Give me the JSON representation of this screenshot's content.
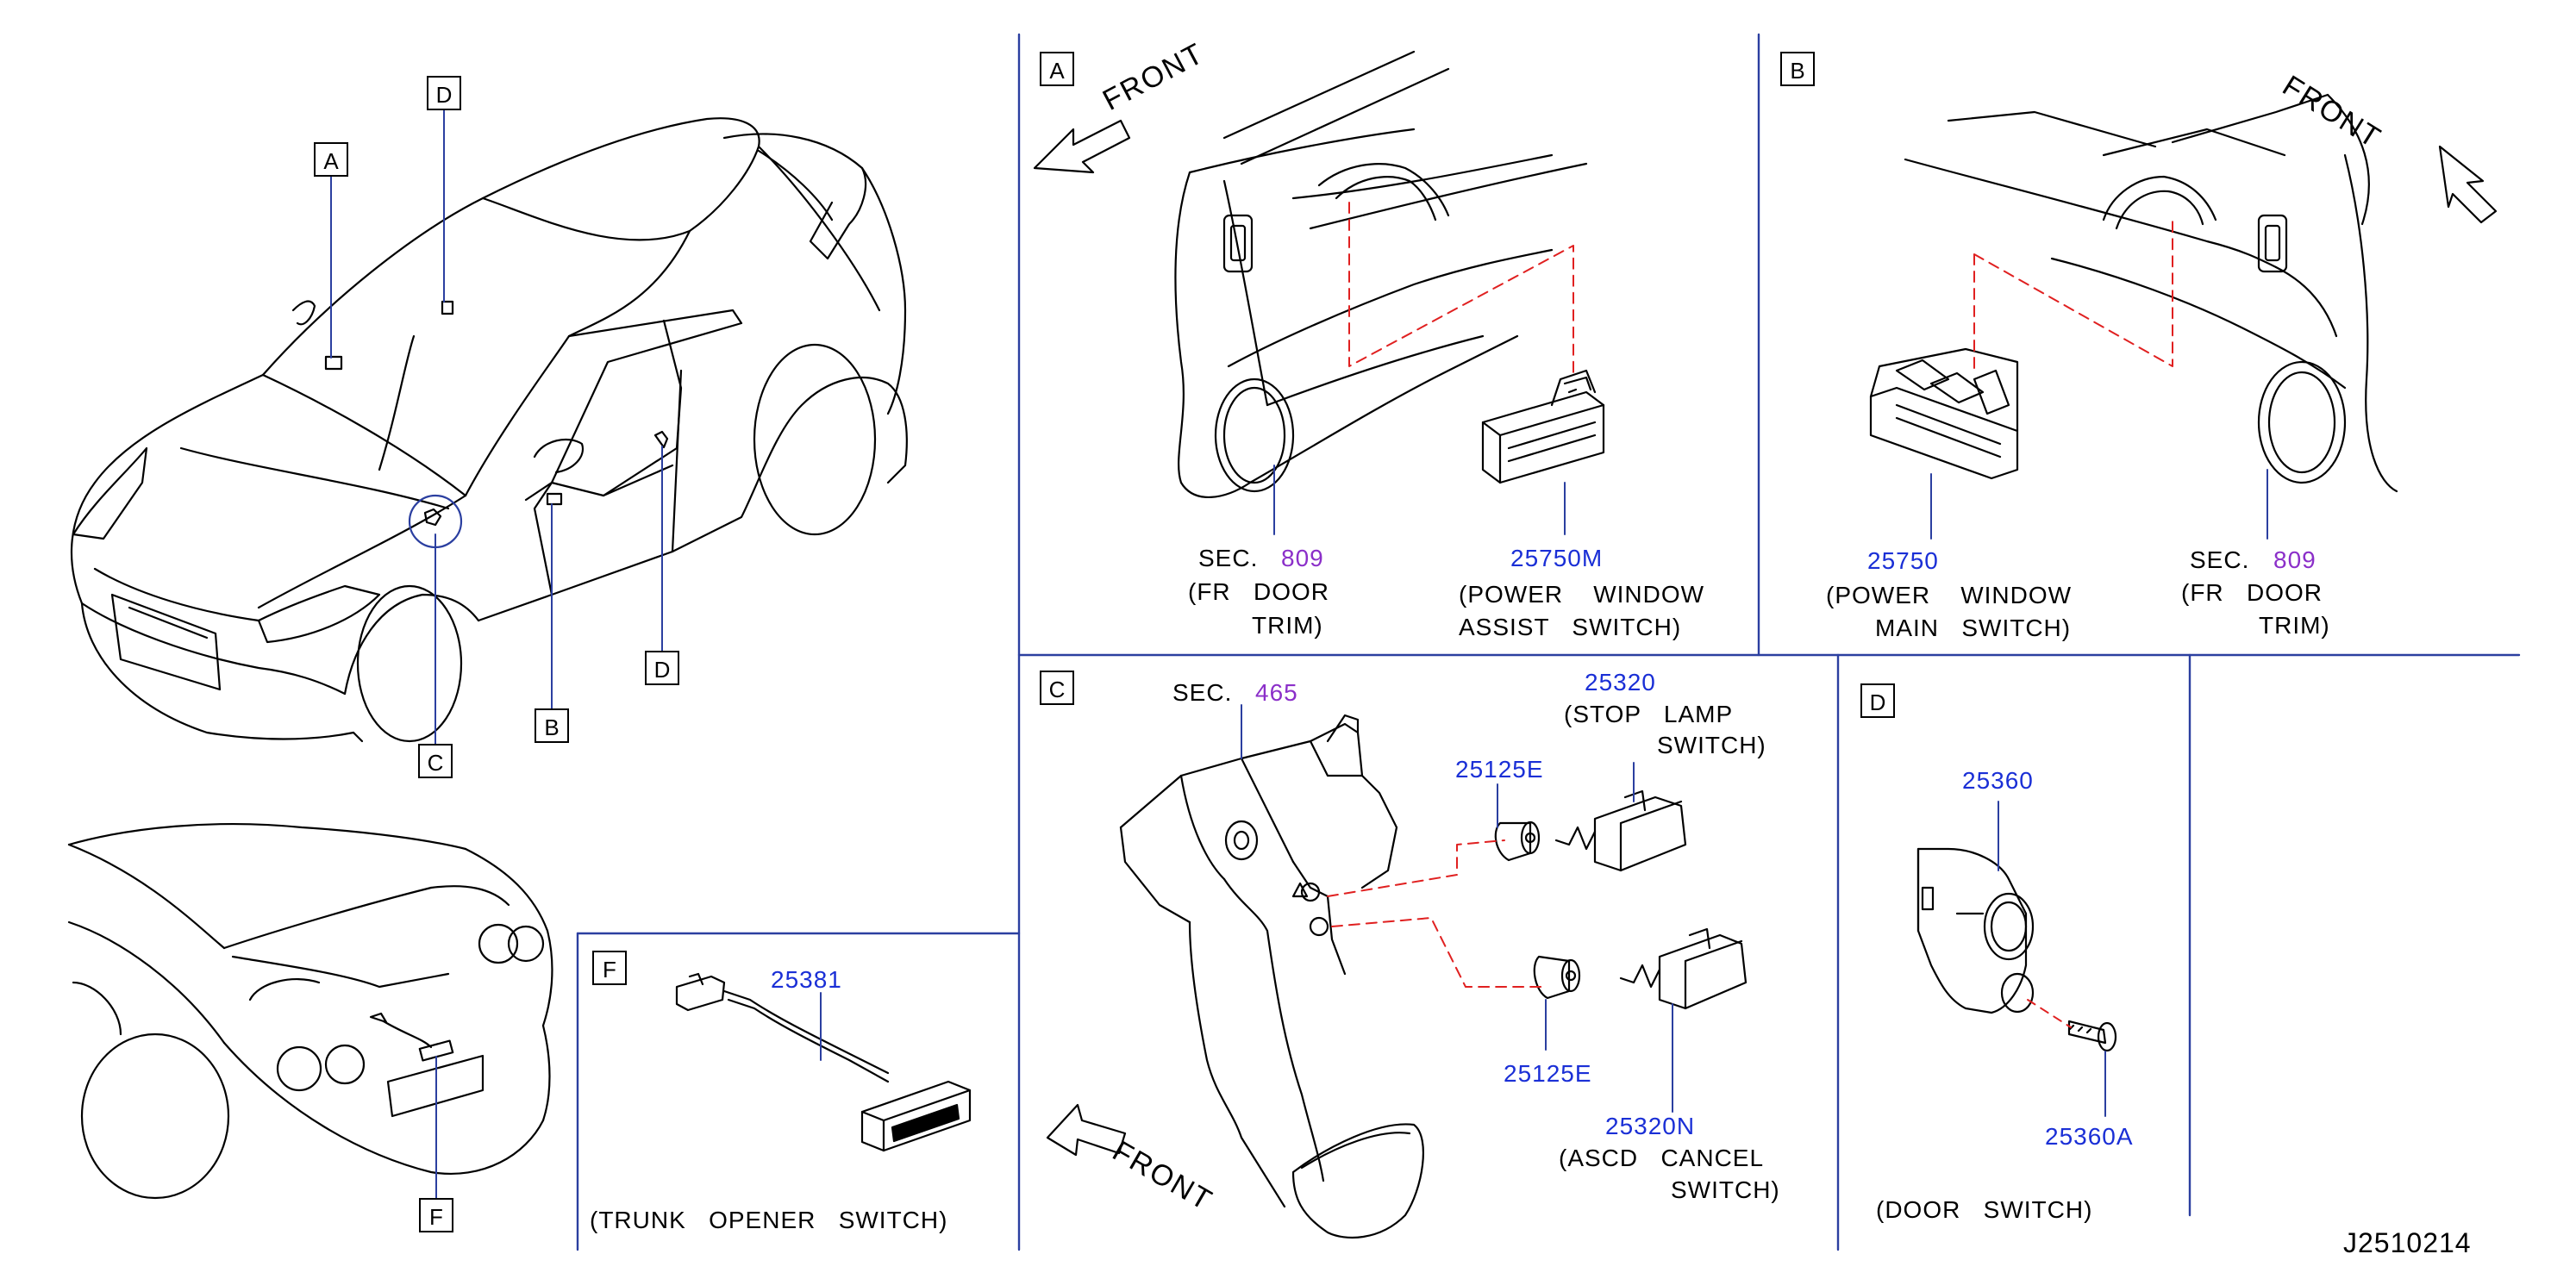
{
  "callouts": {
    "overview": [
      "A",
      "D",
      "D",
      "B",
      "C",
      "F"
    ],
    "panels": [
      "A",
      "B",
      "C",
      "D",
      "F"
    ]
  },
  "panel_a": {
    "front": "FRONT",
    "sec_label": "SEC.",
    "sec_num": "809",
    "trim_line1": "(FR   DOOR",
    "trim_line2": "TRIM)",
    "part_num": "25750M",
    "part_line1": "(POWER    WINDOW",
    "part_line2": "ASSIST   SWITCH)"
  },
  "panel_b": {
    "front": "FRONT",
    "part_num": "25750",
    "part_line1": "(POWER    WINDOW",
    "part_line2": "MAIN   SWITCH)",
    "sec_label": "SEC.",
    "sec_num": "809",
    "trim_line1": "(FR   DOOR",
    "trim_line2": "TRIM)"
  },
  "panel_c": {
    "sec_label": "SEC.",
    "sec_num": "465",
    "stop_num": "25320",
    "stop_line1": "(STOP   LAMP",
    "stop_line2": "SWITCH)",
    "clip_top": "25125E",
    "clip_bottom": "25125E",
    "ascd_num": "25320N",
    "ascd_line1": "(ASCD   CANCEL",
    "ascd_line2": "SWITCH)",
    "front": "FRONT"
  },
  "panel_d": {
    "part_num": "25360",
    "screw_num": "25360A",
    "caption": "(DOOR   SWITCH)"
  },
  "panel_f": {
    "part_num": "25381",
    "caption": "(TRUNK   OPENER   SWITCH)"
  },
  "catalog_code": "J2510214",
  "colors": {
    "line": "#000000",
    "divider": "#2b3fa0",
    "part_number": "#1a2fd6",
    "section_number": "#8b2fc9",
    "leader_dashed": "#e02020"
  }
}
